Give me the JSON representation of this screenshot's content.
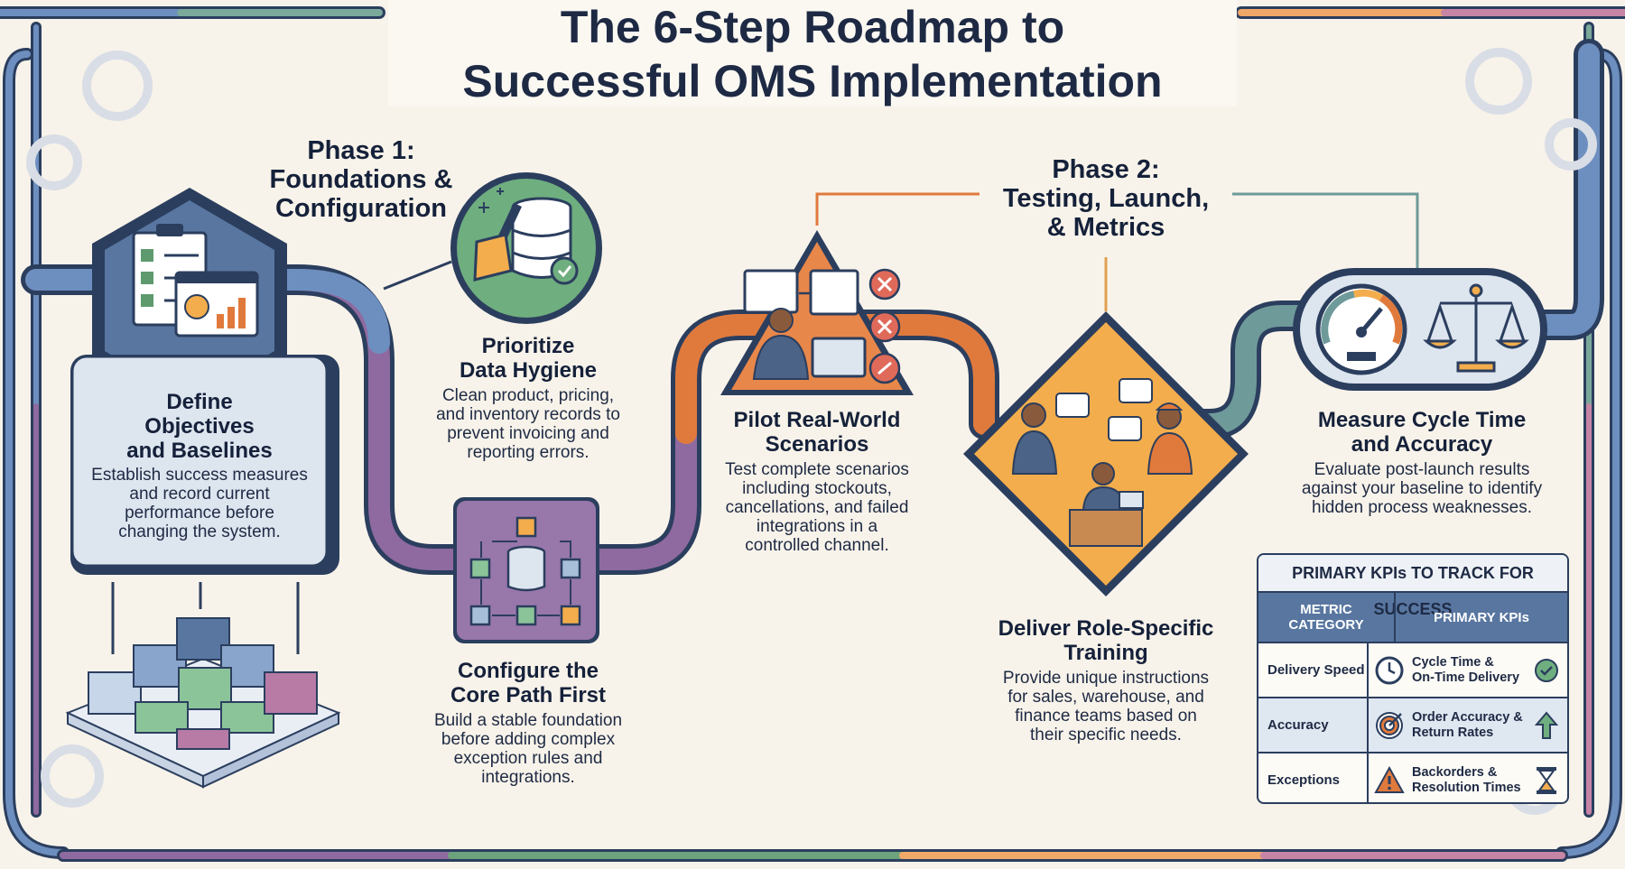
{
  "title": {
    "line1": "The 6-Step Roadmap to",
    "line2": "Successful OMS Implementation"
  },
  "phases": [
    {
      "lines": [
        "Phase 1:",
        "Foundations &",
        "Configuration"
      ]
    },
    {
      "lines": [
        "Phase 2:",
        "Testing, Launch,",
        "& Metrics"
      ]
    }
  ],
  "steps": [
    {
      "title": [
        "Define",
        "Objectives",
        "and Baselines"
      ],
      "desc": [
        "Establish success measures",
        "and record current",
        "performance before",
        "changing the system."
      ]
    },
    {
      "title": [
        "Prioritize",
        "Data Hygiene"
      ],
      "desc": [
        "Clean product, pricing,",
        "and inventory records to",
        "prevent invoicing and",
        "reporting errors."
      ]
    },
    {
      "title": [
        "Configure the",
        "Core Path First"
      ],
      "desc": [
        "Build a stable foundation",
        "before adding complex",
        "exception rules and",
        "integrations."
      ]
    },
    {
      "title": [
        "Pilot Real-World",
        "Scenarios"
      ],
      "desc": [
        "Test complete scenarios",
        "including stockouts,",
        "cancellations, and failed",
        "integrations in a",
        "controlled channel."
      ]
    },
    {
      "title": [
        "Deliver Role-Specific",
        "Training"
      ],
      "desc": [
        "Provide unique instructions",
        "for sales, warehouse, and",
        "finance teams based on",
        "their specific needs."
      ]
    },
    {
      "title": [
        "Measure Cycle Time",
        "and Accuracy"
      ],
      "desc": [
        "Evaluate post-launch results",
        "against your baseline to identify",
        "hidden process weaknesses."
      ]
    }
  ],
  "kpi_table": {
    "header": "PRIMARY KPIs TO TRACK FOR SUCCESS",
    "columns": [
      "METRIC CATEGORY",
      "PRIMARY KPIs"
    ],
    "rows": [
      {
        "category": "Delivery Speed",
        "kpi": [
          "Cycle Time &",
          "On-Time Delivery"
        ],
        "icon": "clock-icon",
        "status_icon": "check-icon"
      },
      {
        "category": "Accuracy",
        "kpi": [
          "Order Accuracy &",
          "Return Rates"
        ],
        "icon": "target-icon",
        "status_icon": "arrow-up-icon"
      },
      {
        "category": "Exceptions",
        "kpi": [
          "Backorders &",
          "Resolution Times"
        ],
        "icon": "warning-icon",
        "status_icon": "hourglass-icon"
      }
    ]
  },
  "colors": {
    "navy": "#2b3e5e",
    "blue": "#5876a0",
    "purple": "#8e6aa0",
    "green": "#5e9a6e",
    "orange": "#e07a3c",
    "amber": "#f3ad4c",
    "teal": "#6e9a9a",
    "cream": "#f8f3ea"
  }
}
